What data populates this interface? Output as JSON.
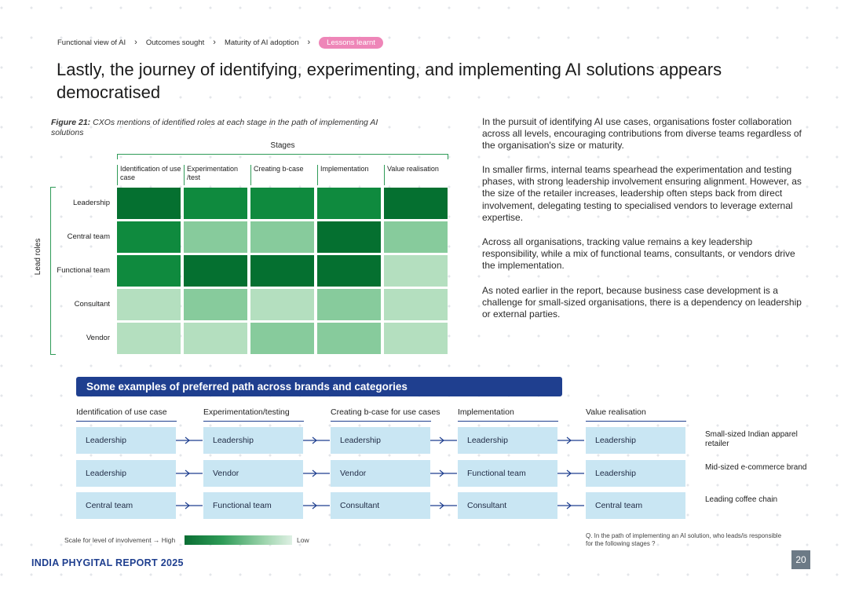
{
  "breadcrumb": {
    "items": [
      "Functional view of AI",
      "Outcomes sought",
      "Maturity of AI adoption"
    ],
    "active": "Lessons learnt",
    "separator": "›"
  },
  "headline": "Lastly, the journey of identifying, experimenting, and implementing AI solutions appears democratised",
  "figure": {
    "label": "Figure 21:",
    "caption": "CXOs mentions of identified roles at each stage in the path of implementing AI solutions",
    "stages_title": "Stages",
    "lead_roles_label": "Lead roles",
    "stages": [
      "Identification of use case",
      "Experimentation /test",
      "Creating b-case",
      "Implementation",
      "Value realisation"
    ],
    "roles": [
      "Leadership",
      "Central team",
      "Functional team",
      "Consultant",
      "Vendor"
    ],
    "intensity_scale": "1 = lightest, 5 = darkest (level of involvement)",
    "intensity": [
      [
        5,
        4,
        4,
        4,
        5
      ],
      [
        4,
        2,
        2,
        5,
        2
      ],
      [
        4,
        5,
        5,
        5,
        1
      ],
      [
        1,
        2,
        1,
        2,
        1
      ],
      [
        1,
        1,
        2,
        2,
        1
      ]
    ],
    "colors": [
      "#d2ebd8",
      "#b4dfbf",
      "#87cb9c",
      "#20a050",
      "#0f8a3e",
      "#057030"
    ],
    "scale_label": "Scale for level of involvement → High",
    "scale_low": "Low"
  },
  "paragraphs": [
    "In the pursuit of identifying AI use cases, organisations foster collaboration across all levels, encouraging contributions from diverse teams regardless of the organisation's size or maturity.",
    "In smaller firms, internal teams spearhead the experimentation and testing phases, with strong leadership involvement ensuring alignment. However, as the size of the retailer increases, leadership often steps back from direct involvement, delegating testing to specialised vendors to leverage external expertise.",
    "Across all organisations, tracking value remains a key leadership responsibility, while a mix of functional teams, consultants, or vendors drive the implementation.",
    "As noted earlier in the report, because business case development is a challenge for small-sized organisations, there is a dependency on leadership or external parties."
  ],
  "examples": {
    "banner": "Some examples of preferred path across brands and categories",
    "headers": [
      "Identification of use case",
      "Experimentation/testing",
      "Creating b-case for use cases",
      "Implementation",
      "Value realisation"
    ],
    "rows": [
      {
        "path": [
          "Leadership",
          "Leadership",
          "Leadership",
          "Leadership",
          "Leadership"
        ],
        "brand": "Small-sized Indian apparel retailer"
      },
      {
        "path": [
          "Leadership",
          "Vendor",
          "Vendor",
          "Functional team",
          "Leadership"
        ],
        "brand": "Mid-sized e-commerce brand"
      },
      {
        "path": [
          "Central team",
          "Functional team",
          "Consultant",
          "Consultant",
          "Central team"
        ],
        "brand": "Leading coffee chain"
      }
    ]
  },
  "footnote": "Q. In the path of implementing an AI solution, who leads/is responsible for the following stages ?",
  "footer": "INDIA PHYGITAL REPORT 2025",
  "page_number": "20"
}
